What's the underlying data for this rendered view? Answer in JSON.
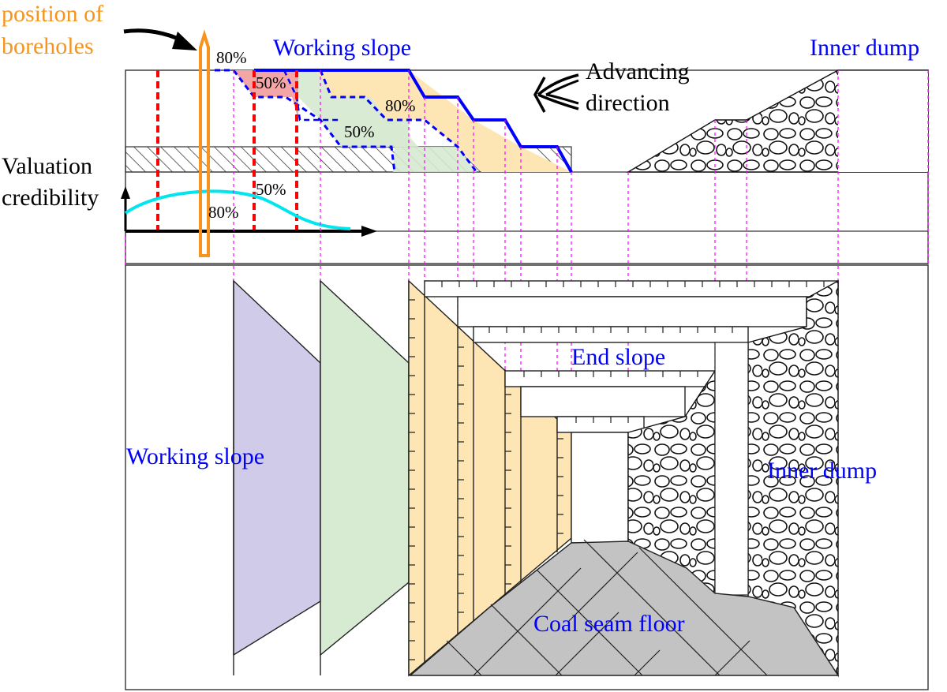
{
  "labels": {
    "borehole_position": [
      "position of",
      "boreholes"
    ],
    "working_slope_top": "Working slope",
    "inner_dump_top": "Inner dump",
    "advancing_direction": [
      "Advancing",
      "direction"
    ],
    "valuation_credibility": [
      "Valuation",
      "credibility"
    ],
    "pct_80_top": "80%",
    "pct_50_a": "50%",
    "pct_80_b": "80%",
    "pct_50_b": "50%",
    "pct_50_curve": "50%",
    "pct_80_curve": "80%",
    "end_slope": "End slope",
    "working_slope_bottom": "Working slope",
    "inner_dump_bottom": "Inner dump",
    "coal_seam_floor": "Coal seam floor"
  },
  "colors": {
    "label_blue": "#0000ff",
    "borehole_orange": "#f7941d",
    "borehole_red": "#ff0000",
    "curve_cyan": "#00e5ee",
    "guide_magenta": "#ff00ff",
    "purple_fill": "#cfcbe8",
    "green_fill": "#d7ead2",
    "orange_fill": "#fde6b4",
    "pink_fill": "#f4a6a6",
    "gray_fill": "#c3c3c3"
  },
  "icons": [
    "curved-arrow-icon",
    "advancing-arrow-icon",
    "axis-arrow-icon"
  ]
}
